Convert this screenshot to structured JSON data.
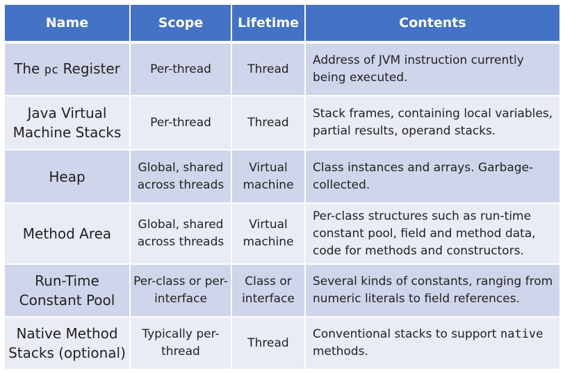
{
  "table": {
    "headers": [
      "Name",
      "Scope",
      "Lifetime",
      "Contents"
    ],
    "rows": [
      {
        "name_html": "The <span class=\"mono\">pc</span> Register",
        "name": "The pc Register",
        "scope": "Per-thread",
        "lifetime": "Thread",
        "contents": "Address of JVM instruction currently being executed."
      },
      {
        "name": "Java Virtual Machine Stacks",
        "scope": "Per-thread",
        "lifetime": "Thread",
        "contents": "Stack frames, containing local variables, partial results, operand stacks."
      },
      {
        "name": "Heap",
        "scope": "Global, shared across threads",
        "lifetime": "Virtual machine",
        "contents": "Class instances and arrays. Garbage-collected."
      },
      {
        "name": "Method Area",
        "scope": "Global, shared across threads",
        "lifetime": "Virtual machine",
        "contents": "Per-class structures such as run-time constant pool, field and method data, code for methods and constructors."
      },
      {
        "name": "Run-Time Constant Pool",
        "scope": "Per-class or per-interface",
        "lifetime": "Class or interface",
        "contents": "Several kinds of constants, ranging from numeric literals to field references."
      },
      {
        "name": "Native Method Stacks (optional)",
        "scope": "Typically per-thread",
        "lifetime": "Thread",
        "contents_pre": "Conventional stacks to support ",
        "contents_code": "native",
        "contents_post": " methods."
      }
    ]
  },
  "colors": {
    "header_bg": "#4472c4",
    "row_dark": "#cfd5ea",
    "row_light": "#e9ebf5"
  }
}
